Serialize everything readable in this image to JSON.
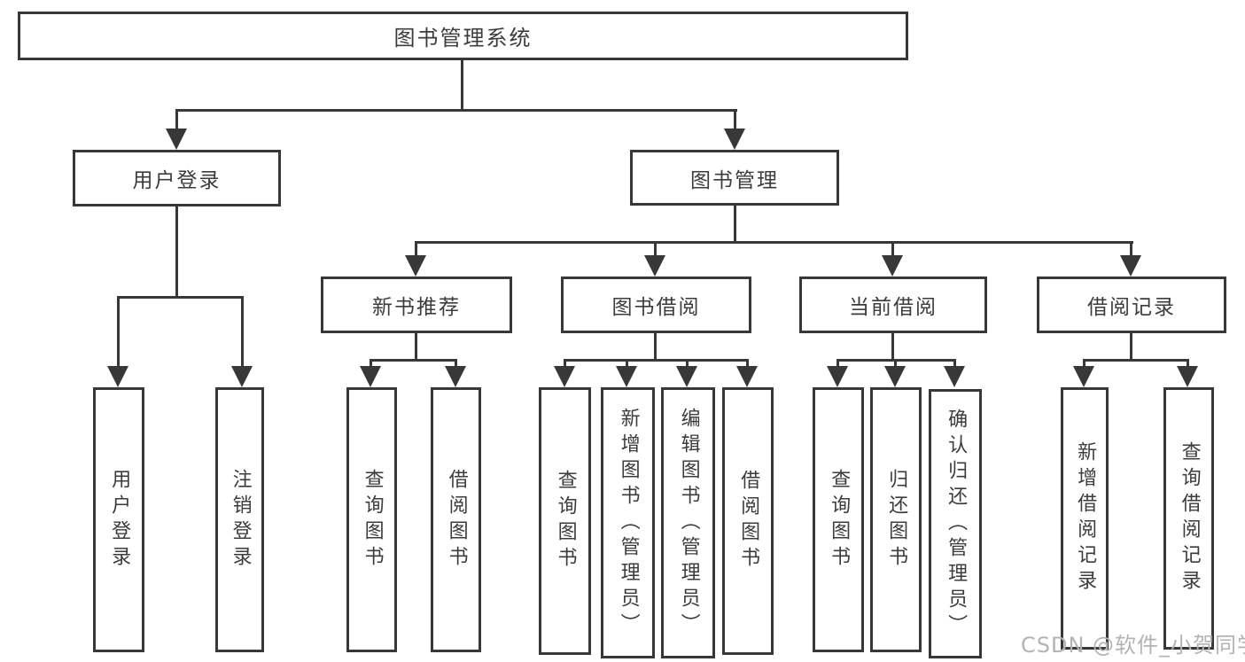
{
  "nodes": {
    "root": "图书管理系统",
    "user_login": "用户登录",
    "book_mgmt": "图书管理",
    "new_book_rec": "新书推荐",
    "book_borrow": "图书借阅",
    "current_borrow": "当前借阅",
    "borrow_record": "借阅记录",
    "leaf_user_login": "用户登录",
    "leaf_logout": "注销登录",
    "leaf_nbr_query": "查询图书",
    "leaf_nbr_borrow": "借阅图书",
    "leaf_bb_query": "查询图书",
    "leaf_bb_add": "新增图书（管理员）",
    "leaf_bb_edit": "编辑图书（管理员）",
    "leaf_bb_borrow": "借阅图书",
    "leaf_cb_query": "查询图书",
    "leaf_cb_return": "归还图书",
    "leaf_cb_confirm": "确认归还（管理员）",
    "leaf_br_add": "新增借阅记录",
    "leaf_br_query": "查询借阅记录"
  },
  "watermark": {
    "text": "CSDN @软件_小贺同学"
  },
  "colors": {
    "line": "#383838",
    "text": "#3c3c3c",
    "watermark": "#b3b3b3",
    "background": "#ffffff"
  }
}
